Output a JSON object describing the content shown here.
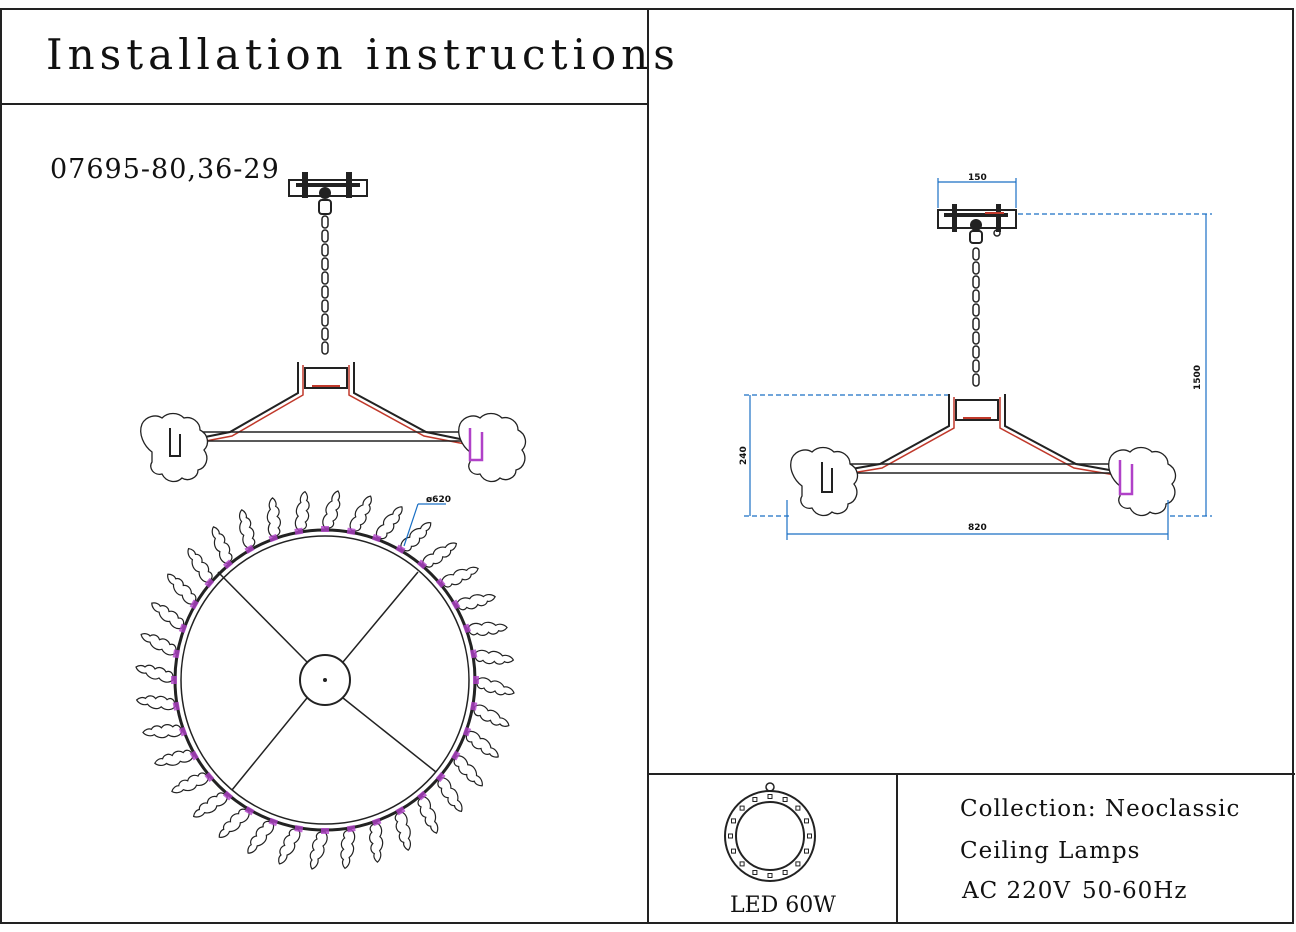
{
  "sheet": {
    "title": "Installation instructions",
    "model": "07695-80,36-29"
  },
  "top_view": {
    "diameter_label": "ø620"
  },
  "side_view": {
    "dim_canopy_width": "150",
    "dim_total_height": "1500",
    "dim_body_height": "240",
    "dim_total_width": "820"
  },
  "lamp": {
    "label": "LED 60W"
  },
  "info": {
    "collection": "Collection: Neoclassic",
    "type": "Ceiling Lamps",
    "voltage": "AC 220V",
    "frequency": "50-60Hz"
  },
  "colors": {
    "line": "#222222",
    "dimension": "#1a6fc4",
    "wire": "#c0392b",
    "accent": "#b041c8"
  }
}
